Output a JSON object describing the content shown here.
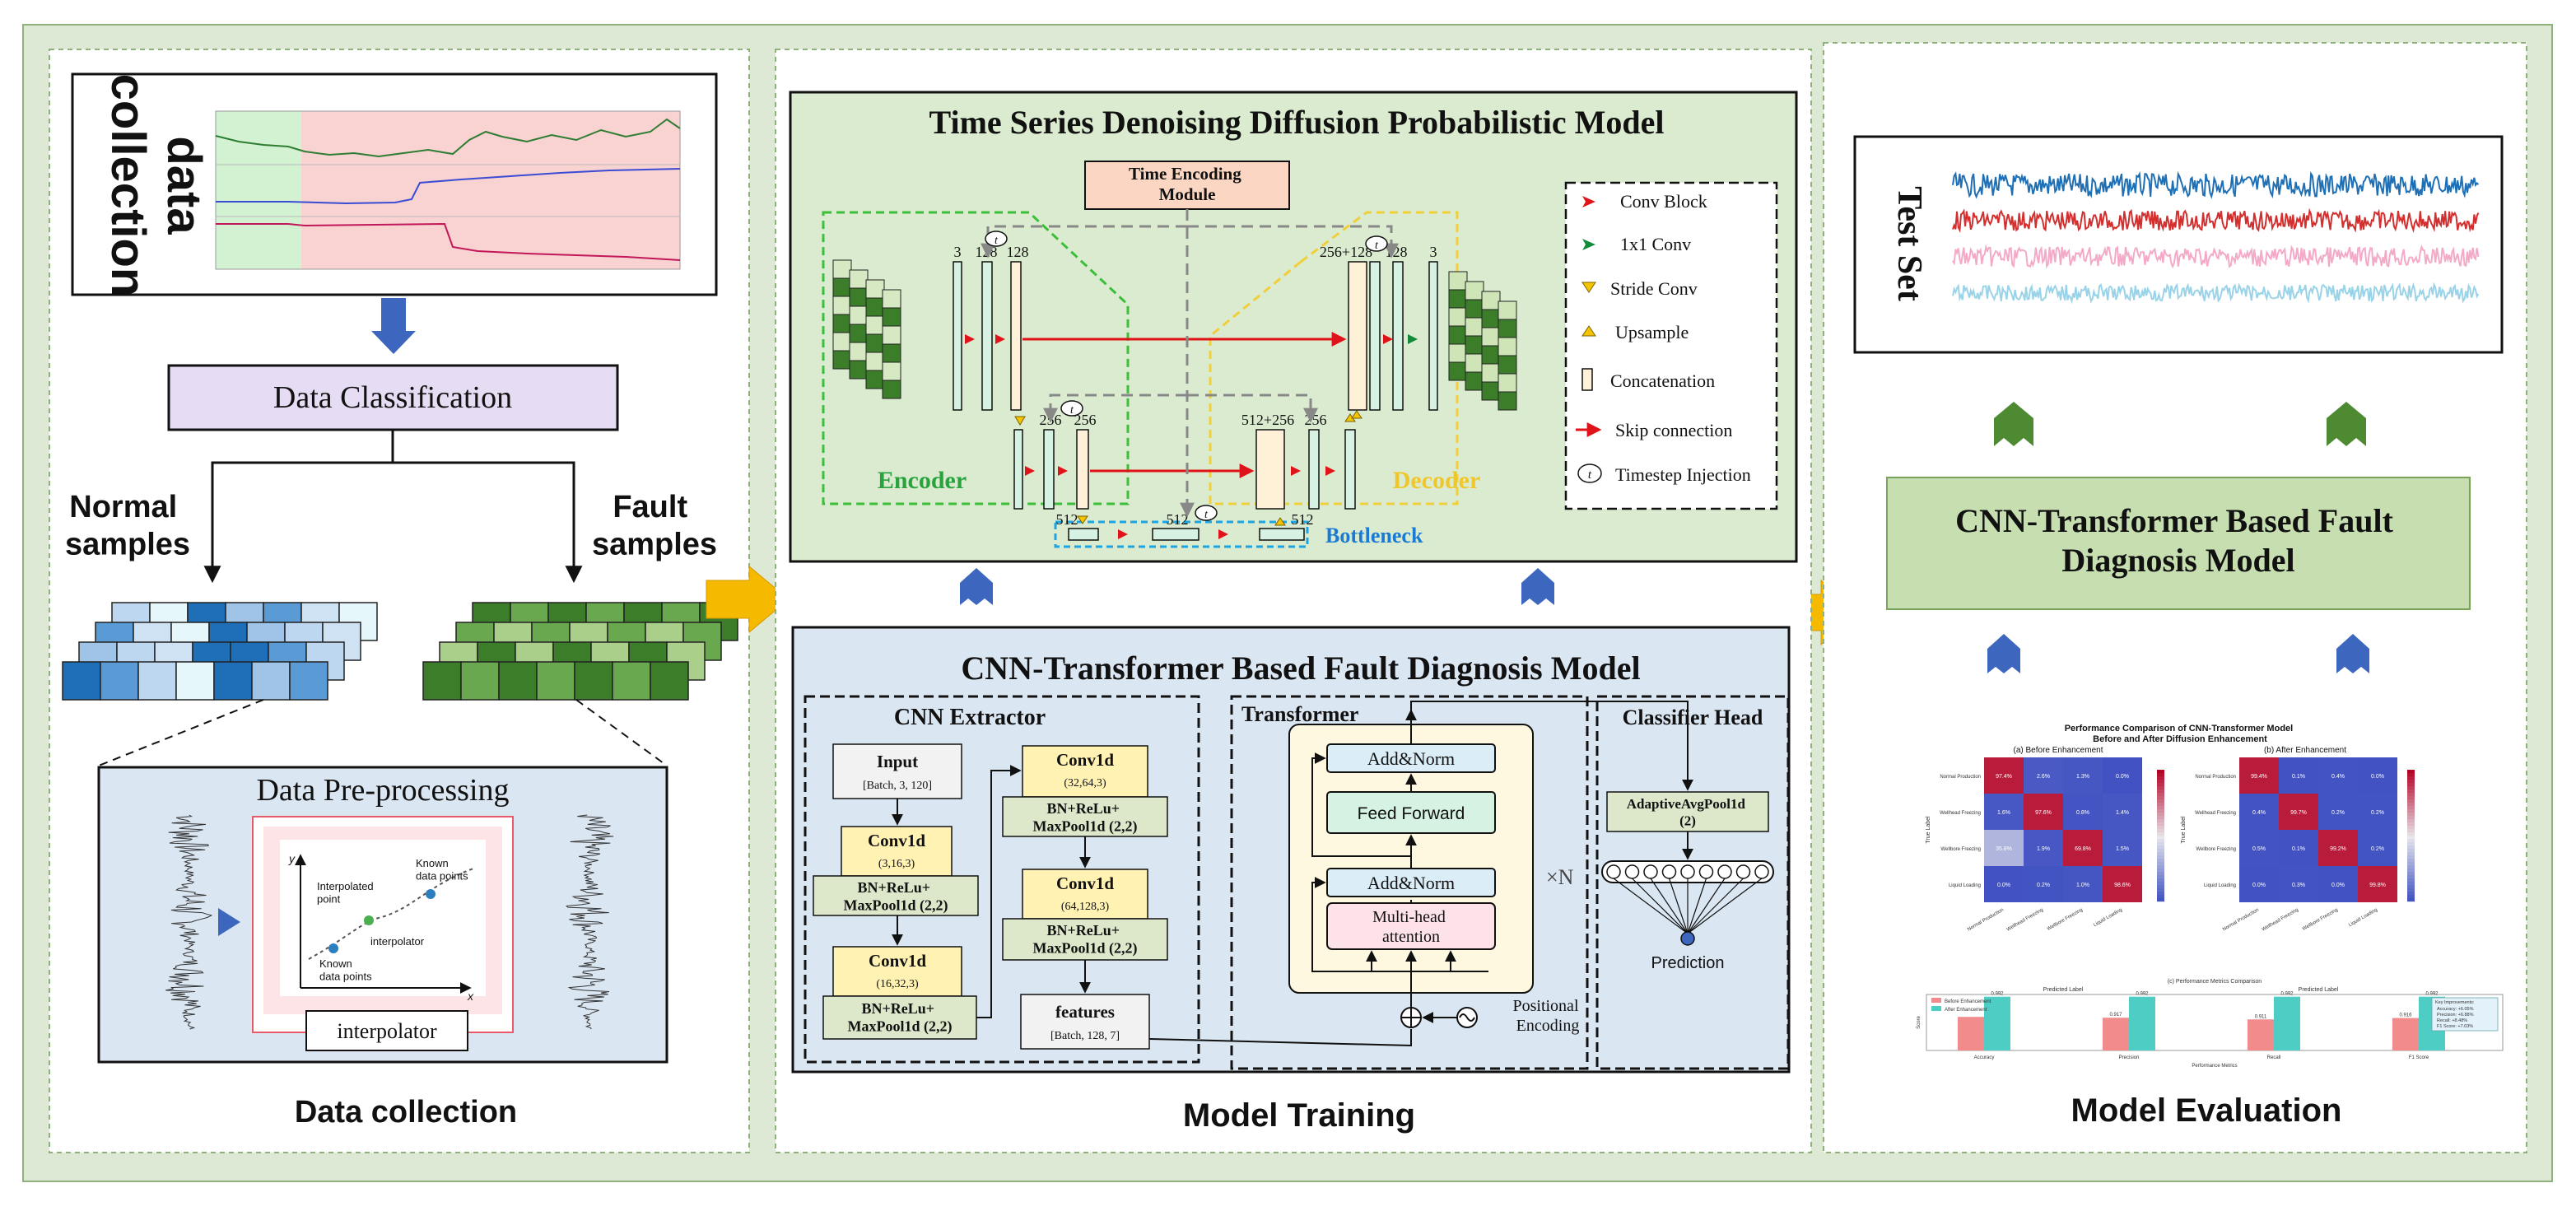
{
  "colors": {
    "outer_bg": "#dde9d5",
    "panel_bg": "#ffffff",
    "ddpm_bg": "#dbebcf",
    "cnn_bg": "#dbe6f3",
    "classification_box": "#e6dcf3",
    "evaluation_model_box": "#c7dfb0",
    "time_encoding_box": "#fbd7c3",
    "blue_arrow": "#3d67bf",
    "orange_arrow": "#f5b900",
    "green_arrow": "#4e8a32",
    "cnn_block": "#fff2b3",
    "cnn_sub_block": "#dde8cb",
    "addnorm": "#dbeef8",
    "feedforward": "#d6f2e2",
    "attention": "#fde2ea",
    "encoder_label": "#2aa33f",
    "decoder_label": "#f0c72a",
    "bottleneck_label": "#1a7ad4"
  },
  "left_panel": {
    "data_collection_box_label": "data collection",
    "data_classification": "Data Classification",
    "normal_samples": "Normal samples",
    "fault_samples": "Fault samples",
    "preprocessing_title": "Data Pre-processing",
    "interp_labels": {
      "interpolated_point": "Interpolated point",
      "known_points_top": "Known data points",
      "interpolator": "interpolator",
      "known_points_bottom": "Known data points",
      "x_axis": "x",
      "y_axis": "y"
    },
    "interpolator_box": "interpolator",
    "caption": "Data collection"
  },
  "middle_panel": {
    "ddpm": {
      "title": "Time Series Denoising Diffusion Probabilistic Model",
      "time_encoding": "Time Encoding Module",
      "encoder": "Encoder",
      "decoder": "Decoder",
      "bottleneck": "Bottleneck",
      "channel_labels": {
        "enc1_a": "3",
        "enc1_b": "128",
        "enc1_c": "128",
        "enc2_a": "256",
        "enc2_b": "256",
        "bott_a": "512",
        "bott_b": "512",
        "bott_c": "512",
        "dec2_a": "512+256",
        "dec2_b": "256",
        "dec1_a": "256+128",
        "dec1_b": "128",
        "dec1_c": "3"
      },
      "timestep_symbol": "t",
      "legend": {
        "conv_block": "Conv Block",
        "conv_1x1": "1x1 Conv",
        "stride_conv": "Stride Conv",
        "upsample": "Upsample",
        "concatenation": "Concatenation",
        "skip_connection": "Skip connection",
        "timestep_injection": "Timestep Injection"
      }
    },
    "cnn_model": {
      "title": "CNN-Transformer Based Fault Diagnosis Model",
      "cnn_extractor": "CNN Extractor",
      "input_label": "Input",
      "input_shape": "[Batch, 3, 120]",
      "conv1_label": "Conv1d",
      "conv1_params": "(3,16,3)",
      "bn1": "BN+ReLu+ MaxPool1d (2,2)",
      "conv2_label": "Conv1d",
      "conv2_params": "(16,32,3)",
      "bn2": "BN+ReLu+ MaxPool1d (2,2)",
      "conv3_label": "Conv1d",
      "conv3_params": "(32,64,3)",
      "bn3": "BN+ReLu+ MaxPool1d (2,2)",
      "conv4_label": "Conv1d",
      "conv4_params": "(64,128,3)",
      "bn4": "BN+ReLu+ MaxPool1d (2,2)",
      "features_label": "features",
      "features_shape": "[Batch, 128, 7]",
      "transformer": "Transformer",
      "addnorm": "Add&Norm",
      "feed_forward": "Feed Forward",
      "multihead": "Multi-head attention",
      "times_n": "×N",
      "positional_encoding": "Positional Encoding",
      "classifier_head": "Classifier Head",
      "adaptive_pool": "AdaptiveAvgPool1d (2)",
      "prediction": "Prediction"
    },
    "caption": "Model Training"
  },
  "right_panel": {
    "test_set": "Test Set",
    "model_box": "CNN-Transformer Based Fault Diagnosis Model",
    "perf_title": "Performance Comparison of CNN-Transformer Model Before and After Diffusion Enhancement",
    "panel_a_title": "(a) Before Enhancement",
    "panel_b_title": "(b) After Enhancement",
    "panel_c_title": "(c) Performance Metrics Comparison",
    "true_label": "True Label",
    "predicted_label": "Predicted Label",
    "row_labels": [
      "Normal Production",
      "Wellhead Freezing",
      "Wellbore Freezing",
      "Liquid Loading"
    ],
    "matrix_before": [
      [
        "97.4%",
        "2.6%",
        "1.3%",
        "0.0%"
      ],
      [
        "1.6%",
        "97.6%",
        "0.8%",
        "1.4%"
      ],
      [
        "35.8%",
        "1.9%",
        "69.8%",
        "1.5%"
      ],
      [
        "0.0%",
        "0.2%",
        "1.0%",
        "98.6%"
      ]
    ],
    "matrix_after": [
      [
        "99.4%",
        "0.1%",
        "0.4%",
        "0.0%"
      ],
      [
        "0.4%",
        "99.7%",
        "0.2%",
        "0.2%"
      ],
      [
        "0.5%",
        "0.1%",
        "99.2%",
        "0.2%"
      ],
      [
        "0.0%",
        "0.3%",
        "0.0%",
        "99.8%"
      ]
    ],
    "metrics": {
      "categories": [
        "Accuracy",
        "Precision",
        "Recall",
        "F1 Score"
      ],
      "before_label": "Before Enhancement",
      "after_label": "After Enhancement",
      "before": [
        0.92,
        0.917,
        0.911,
        0.916
      ],
      "after": [
        0.992,
        0.992,
        0.992,
        0.992
      ],
      "value_labels_before": [
        "",
        "0.917",
        "0.911",
        "0.916"
      ],
      "value_labels_after": [
        "0.992",
        "0.992",
        "0.992",
        "0.992"
      ],
      "improvement_title": "Key Improvements:",
      "improvements": [
        "Accuracy: +6.05%",
        "Precision: +6.88%",
        "Recall: +8.48%",
        "F1 Score: +7.03%"
      ],
      "x_axis_label": "Performance Metrics",
      "y_axis_label": "Score"
    },
    "caption": "Model Evaluation"
  }
}
